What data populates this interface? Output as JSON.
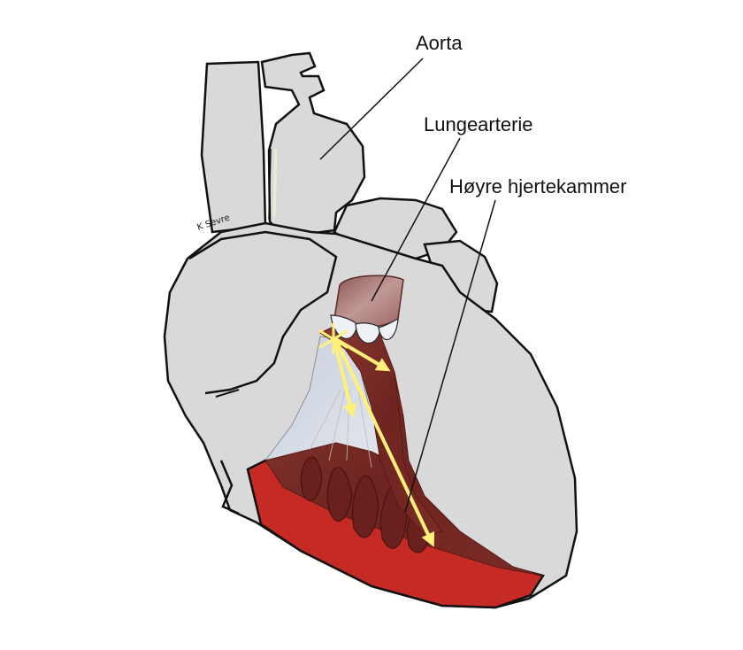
{
  "labels": {
    "aorta": "Aorta",
    "lungearterie": "Lungearterie",
    "hoyre_hjertekammer": "Høyre hjertekammer"
  },
  "signature": "K Sevre",
  "colors": {
    "heart_fill": "#d9d9d9",
    "outline": "#111111",
    "muscle": "#7a2a22",
    "muscle_dark": "#5a1a16",
    "wall_red": "#c62a24",
    "artery_top": "#a8706c",
    "valve": "#e8eef4",
    "arrows": "#fff07a"
  }
}
